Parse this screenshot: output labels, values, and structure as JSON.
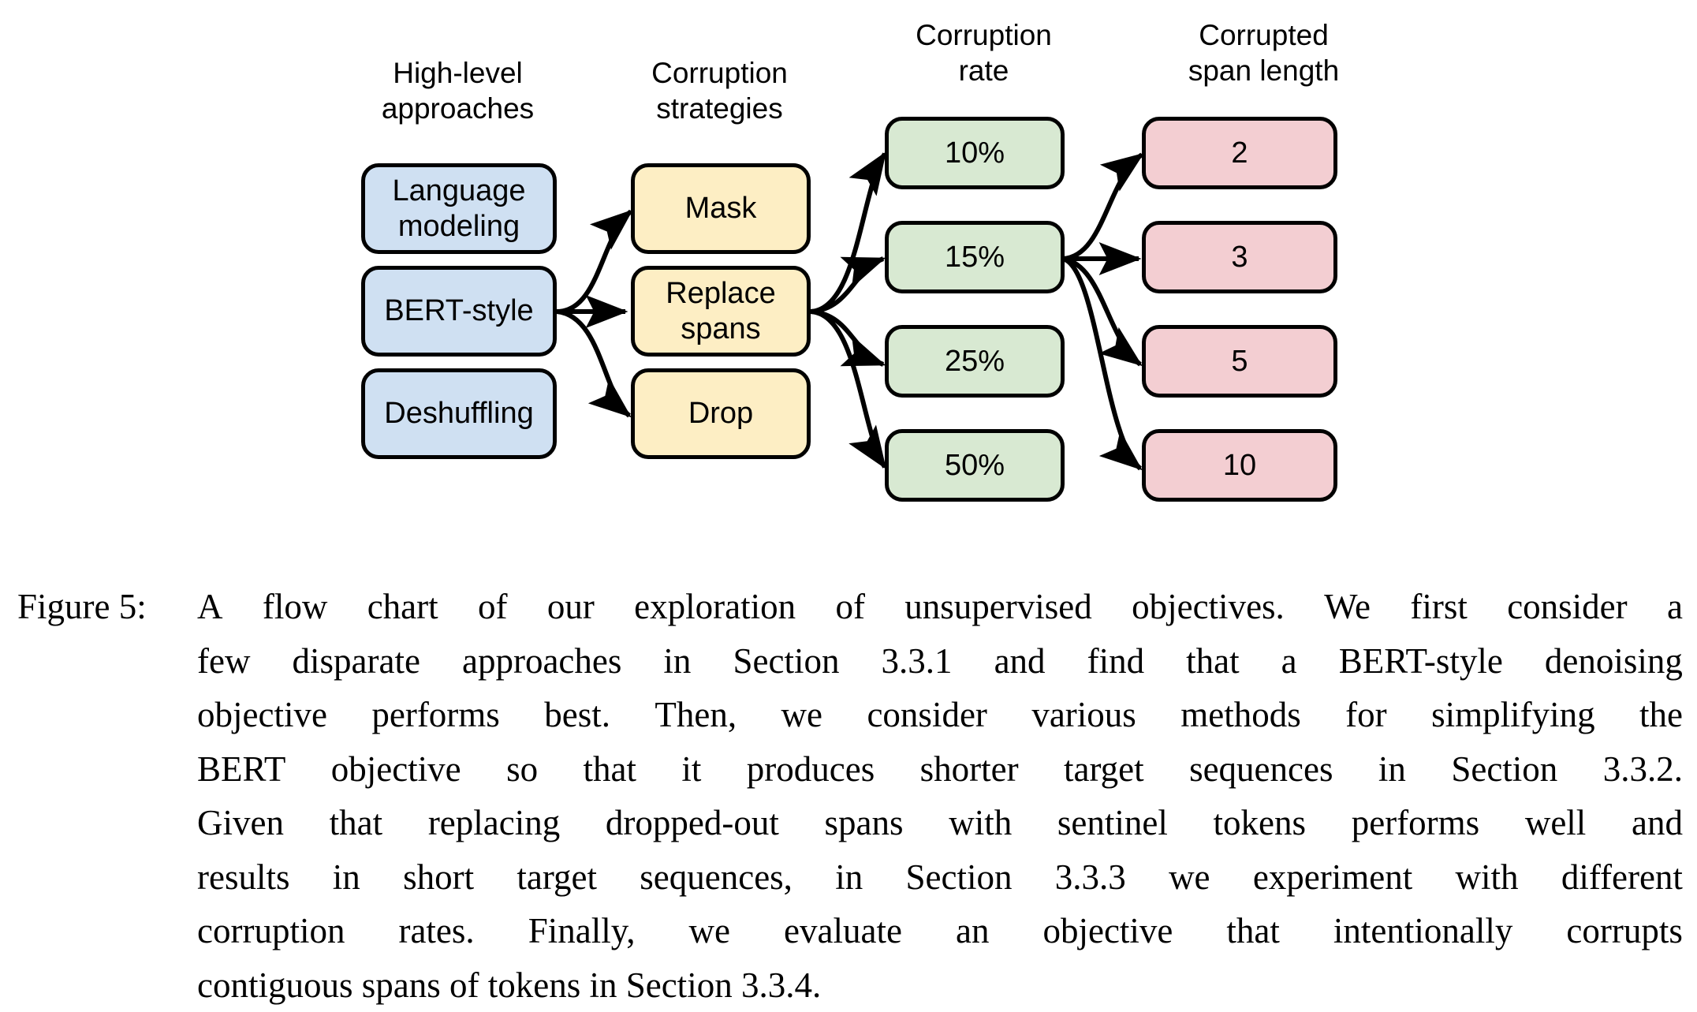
{
  "figure": {
    "columns": [
      {
        "id": "high-level-approaches",
        "header": "High-level\napproaches",
        "color": "#cfe0f2",
        "nodes": [
          {
            "id": "language-modeling",
            "label": "Language\nmodeling"
          },
          {
            "id": "bert-style",
            "label": "BERT-style"
          },
          {
            "id": "deshuffling",
            "label": "Deshuffling"
          }
        ]
      },
      {
        "id": "corruption-strategies",
        "header": "Corruption\nstrategies",
        "color": "#fdeec4",
        "nodes": [
          {
            "id": "mask",
            "label": "Mask"
          },
          {
            "id": "replace-spans",
            "label": "Replace\nspans"
          },
          {
            "id": "drop",
            "label": "Drop"
          }
        ]
      },
      {
        "id": "corruption-rate",
        "header": "Corruption\nrate",
        "color": "#d8e9d2",
        "nodes": [
          {
            "id": "rate-10",
            "label": "10%"
          },
          {
            "id": "rate-15",
            "label": "15%"
          },
          {
            "id": "rate-25",
            "label": "25%"
          },
          {
            "id": "rate-50",
            "label": "50%"
          }
        ]
      },
      {
        "id": "corrupted-span-length",
        "header": "Corrupted\nspan length",
        "color": "#f3ced2",
        "nodes": [
          {
            "id": "span-2",
            "label": "2"
          },
          {
            "id": "span-3",
            "label": "3"
          },
          {
            "id": "span-5",
            "label": "5"
          },
          {
            "id": "span-10",
            "label": "10"
          }
        ]
      }
    ],
    "edges": [
      {
        "from": "bert-style",
        "to": "mask"
      },
      {
        "from": "bert-style",
        "to": "replace-spans"
      },
      {
        "from": "bert-style",
        "to": "drop"
      },
      {
        "from": "replace-spans",
        "to": "rate-10"
      },
      {
        "from": "replace-spans",
        "to": "rate-15"
      },
      {
        "from": "replace-spans",
        "to": "rate-25"
      },
      {
        "from": "replace-spans",
        "to": "rate-50"
      },
      {
        "from": "rate-15",
        "to": "span-2"
      },
      {
        "from": "rate-15",
        "to": "span-3"
      },
      {
        "from": "rate-15",
        "to": "span-5"
      },
      {
        "from": "rate-15",
        "to": "span-10"
      }
    ],
    "stroke_color": "#000000"
  },
  "caption": {
    "label": "Figure 5:",
    "lines": [
      [
        "A",
        "flow",
        "chart",
        "of",
        "our",
        "exploration",
        "of",
        "unsupervised",
        "objectives.",
        "We",
        "first",
        "consider",
        "a"
      ],
      [
        "few",
        "disparate",
        "approaches",
        "in",
        "Section",
        "3.3.1",
        "and",
        "find",
        "that",
        "a",
        "BERT-style",
        "denoising"
      ],
      [
        "objective",
        "performs",
        "best.",
        "Then,",
        "we",
        "consider",
        "various",
        "methods",
        "for",
        "simplifying",
        "the"
      ],
      [
        "BERT",
        "objective",
        "so",
        "that",
        "it",
        "produces",
        "shorter",
        "target",
        "sequences",
        "in",
        "Section",
        "3.3.2."
      ],
      [
        "Given",
        "that",
        "replacing",
        "dropped-out",
        "spans",
        "with",
        "sentinel",
        "tokens",
        "performs",
        "well",
        "and"
      ],
      [
        "results",
        "in",
        "short",
        "target",
        "sequences,",
        "in",
        "Section",
        "3.3.3",
        "we",
        "experiment",
        "with",
        "different"
      ],
      [
        "corruption",
        "rates.",
        "Finally,",
        "we",
        "evaluate",
        "an",
        "objective",
        "that",
        "intentionally",
        "corrupts"
      ],
      [
        "contiguous spans of tokens in Section 3.3.4."
      ]
    ]
  }
}
